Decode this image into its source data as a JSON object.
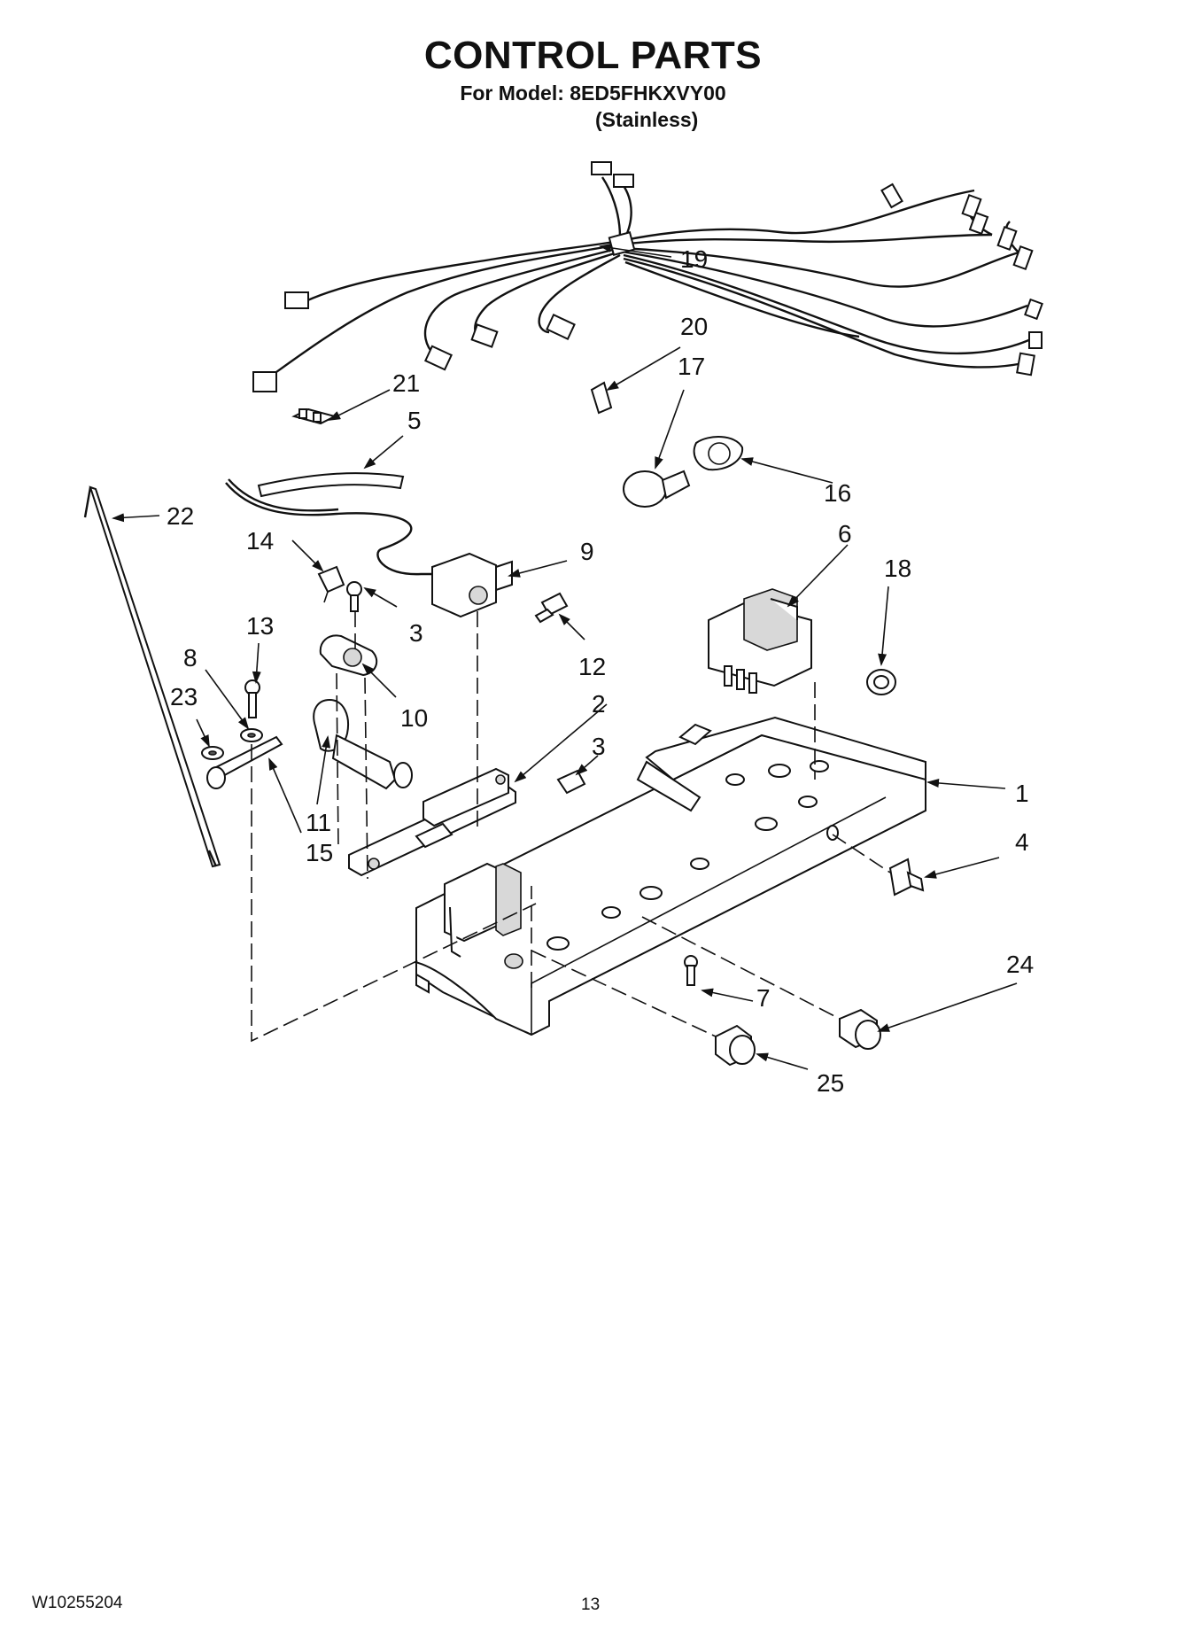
{
  "header": {
    "title": "CONTROL PARTS",
    "model": "For Model: 8ED5FHKXVY00",
    "variant": "(Stainless)"
  },
  "footer": {
    "document_number": "W10255204",
    "page_number": "13"
  },
  "callouts": [
    "1",
    "2",
    "3",
    "3",
    "4",
    "5",
    "6",
    "7",
    "8",
    "9",
    "10",
    "11",
    "12",
    "13",
    "14",
    "15",
    "16",
    "17",
    "18",
    "19",
    "20",
    "21",
    "22",
    "23",
    "24",
    "25"
  ]
}
